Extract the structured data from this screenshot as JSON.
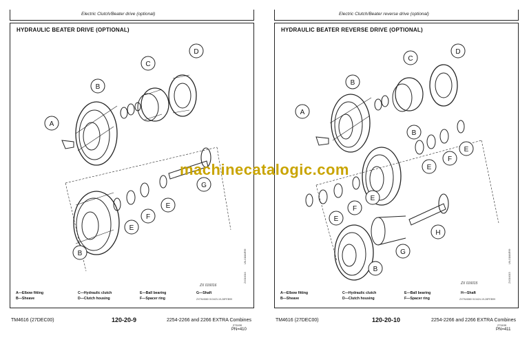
{
  "left": {
    "header": "Electric Clutch/Beater drive (optional)",
    "title": "HYDRAULIC BEATER DRIVE (OPTIONAL)",
    "callouts": [
      "A",
      "B",
      "C",
      "D",
      "E",
      "F",
      "E",
      "G",
      "B"
    ],
    "zx": "ZX 016016",
    "ref": "ZXTM4580 013423-19-28FEB99",
    "vref1": "ZX016016",
    "vref2": "UN-01MAR99",
    "legend": {
      "a": "A—Elbow fitting",
      "b": "B—Sheave",
      "c": "C—Hydraulic clutch",
      "d": "D—Clutch housing",
      "e": "E—Ball bearing",
      "f": "F—Spacer ring",
      "g": "G—Shaft"
    },
    "footer": {
      "left": "TM4616 (27DEC00)",
      "center": "120-20-9",
      "right": "2254-2266 and 2266 EXTRA Combines",
      "pn_small": "271100",
      "pn": "PN=410"
    }
  },
  "right": {
    "header": "Electric Clutch/Beater reverse drive (optional)",
    "title": "HYDRAULIC BEATER REVERSE DRIVE (OPTIONAL)",
    "callouts": [
      "A",
      "B",
      "C",
      "D",
      "B",
      "E",
      "F",
      "E",
      "E",
      "F",
      "E",
      "H",
      "G",
      "B"
    ],
    "zx": "ZX 016015",
    "ref": "ZXTM4580 013424-19-28FEB99",
    "vref1": "ZX016015",
    "vref2": "UN-01MAR99",
    "legend": {
      "a": "A—Elbow fitting",
      "b": "B—Sheave",
      "c": "C—Hydraulic clutch",
      "d": "D—Clutch housing",
      "e": "E—Ball bearing",
      "f": "F—Spacer ring",
      "h": "H—Shaft"
    },
    "footer": {
      "left": "TM4616 (27DEC00)",
      "center": "120-20-10",
      "right": "2254-2266 and 2266 EXTRA Combines",
      "pn_small": "271100",
      "pn": "PN=411"
    }
  },
  "watermark": "machinecatalogic.com"
}
